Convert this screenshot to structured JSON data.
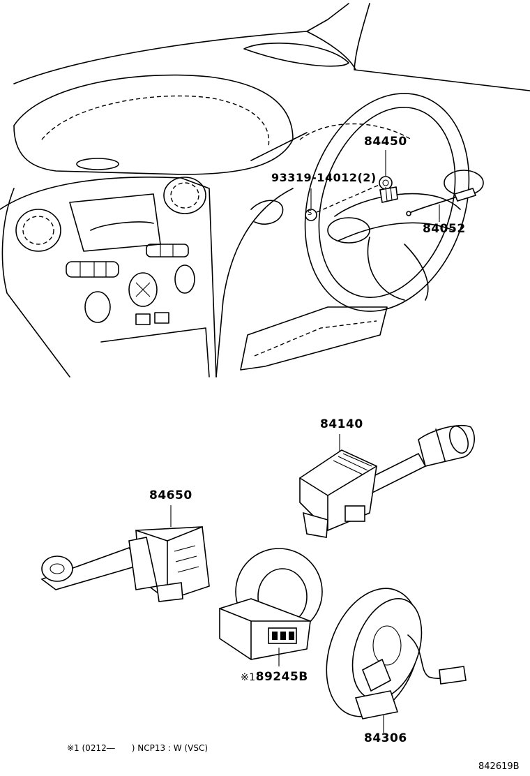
{
  "parts": {
    "horn_button": "84450",
    "screw": "93319-14012(2)",
    "horn_wire": "84052",
    "wiper_switch": "84140",
    "headlamp_switch": "84650",
    "yaw_rate_prefix": "※1",
    "yaw_rate_sensor": "89245B",
    "spiral_cable": "84306"
  },
  "footnote": "※1 (0212―　　) NCP13 : W (VSC)",
  "diagram_code": "842619B",
  "screw_symbol": "S"
}
